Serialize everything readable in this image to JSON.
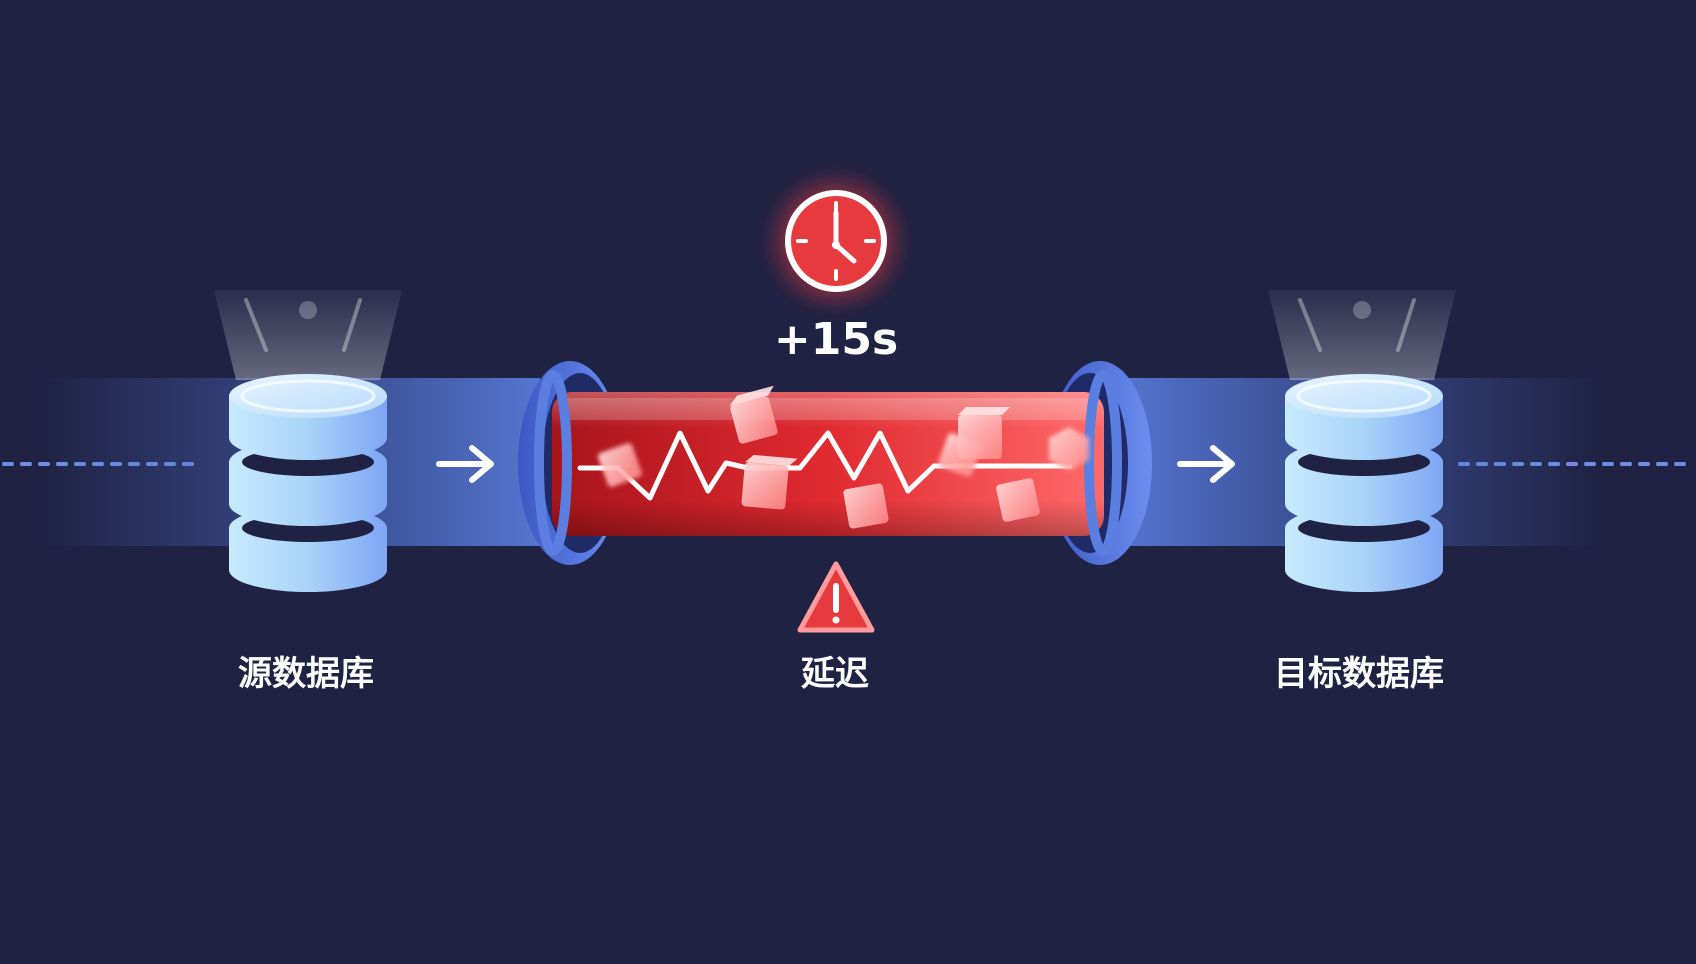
{
  "diagram": {
    "source_db": {
      "label": "源数据库",
      "icon": "database-icon"
    },
    "target_db": {
      "label": "目标数据库",
      "icon": "database-icon"
    },
    "delay": {
      "label": "延迟",
      "time_added": "+15s",
      "clock_icon": "clock-icon",
      "warning_icon": "warning-triangle-icon"
    },
    "pipe": {
      "icon": "pipe-icon"
    },
    "arrows": [
      "arrow-right-icon",
      "arrow-right-icon"
    ]
  },
  "colors": {
    "background": "#1f2243",
    "accent_red": "#e63a3f",
    "accent_blue": "#5b7fe0",
    "db_light": "#bfe4fb",
    "db_blue": "#7ea6f4",
    "text": "#ffffff"
  }
}
